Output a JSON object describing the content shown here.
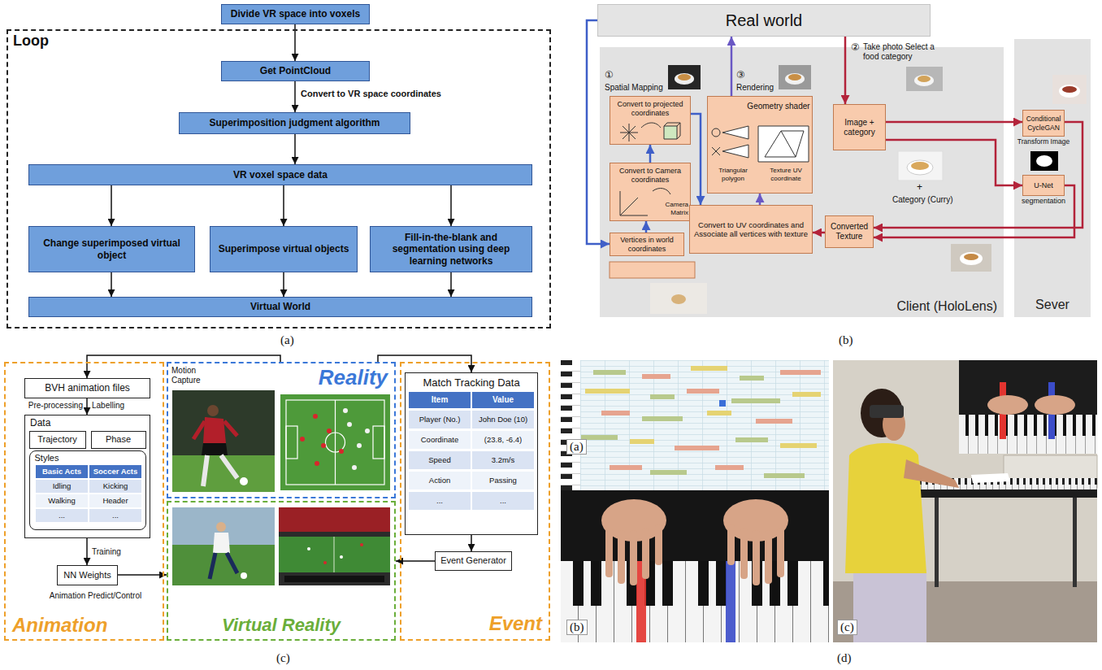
{
  "diagram": {
    "nodes": [
      {
        "text": [
          "Divide VR space into voxels"
        ]
      },
      {
        "text": [
          "Loop"
        ]
      },
      {
        "text": [
          "Get PointCloud"
        ],
        "in": 1
      },
      {
        "text": [
          "Superimposition judgment algorithm"
        ],
        "in": 1
      },
      {
        "text": [
          "VR voxel space data"
        ],
        "in": 1
      },
      {
        "text": [
          "Change superimposed virtual object"
        ],
        "in": 1
      },
      {
        "text": [
          "Superimpose virtual objects"
        ],
        "in": 1
      },
      {
        "text": [
          "Fill-in-the-blank and segmentation using deep learning networks"
        ],
        "in": 1
      },
      {
        "text": [
          "Virtual World"
        ],
        "in": 1
      },
      {
        "text": [
          "Real world"
        ]
      },
      {
        "text": [
          "Client (HoloLens)"
        ]
      },
      {
        "text": [
          "Convert to projected coordinates"
        ],
        "in": 10
      },
      {
        "text": [
          "Geometry shader",
          "Triangular polygon",
          "Texture UV coordinate"
        ],
        "in": 10
      },
      {
        "text": [
          "Image + category"
        ],
        "in": 10
      },
      {
        "text": [
          "Convert to Camera coordinates",
          "Camera Matrix"
        ],
        "in": 10
      },
      {
        "text": [
          "Vertices in world coordinates"
        ],
        "in": 10
      },
      {
        "text": [
          "Convert to UV coordinates and Associate all vertices with texture"
        ],
        "in": 10
      },
      {
        "text": [
          "Converted Texture"
        ],
        "in": 10
      },
      {
        "text": [
          "Sever"
        ]
      },
      {
        "text": [
          "Conditional CycleGAN",
          "Transform Image"
        ],
        "in": 18
      },
      {
        "text": [
          "U-Net",
          "segmentation"
        ],
        "in": 18
      },
      {
        "text": [
          "Animation"
        ]
      },
      {
        "text": [
          "BVH animation files"
        ],
        "in": 21
      },
      {
        "text": [
          "Data"
        ],
        "in": 21
      },
      {
        "text": [
          "Trajectory"
        ],
        "in": 23
      },
      {
        "text": [
          "Phase"
        ],
        "in": 23
      },
      {
        "text": [
          "Styles"
        ],
        "in": 23
      },
      {
        "text": [
          "NN Weights"
        ],
        "in": 21
      },
      {
        "text": [
          "Reality"
        ]
      },
      {
        "text": [
          "Virtual Reality"
        ]
      },
      {
        "text": [
          "Event"
        ]
      },
      {
        "text": [
          "Match Tracking Data"
        ],
        "in": 30
      },
      {
        "text": [
          "Event Generator"
        ],
        "in": 30
      }
    ],
    "edges": [
      {
        "from": 0,
        "to": 2,
        "arrow": "to"
      },
      {
        "from": 2,
        "to": 3,
        "arrow": "to"
      },
      {
        "from": 3,
        "to": 4,
        "arrow": "to"
      },
      {
        "from": 4,
        "to": 5,
        "arrow": "to"
      },
      {
        "from": 4,
        "to": 6,
        "arrow": "to"
      },
      {
        "from": 4,
        "to": 7,
        "arrow": "to"
      },
      {
        "from": 5,
        "to": 8,
        "arrow": "to"
      },
      {
        "from": 6,
        "to": 8,
        "arrow": "to"
      },
      {
        "from": 7,
        "to": 8,
        "arrow": "to"
      },
      {
        "from": 9,
        "to": 15,
        "arrow": "to"
      },
      {
        "from": 15,
        "to": 14,
        "arrow": "to"
      },
      {
        "from": 14,
        "to": 11,
        "arrow": "to"
      },
      {
        "from": 11,
        "to": 16,
        "arrow": "to"
      },
      {
        "from": 16,
        "to": 12,
        "arrow": "to"
      },
      {
        "from": 12,
        "to": 9,
        "arrow": "to"
      },
      {
        "from": 9,
        "to": 13,
        "arrow": "to"
      },
      {
        "from": 13,
        "to": 19,
        "arrow": "to"
      },
      {
        "from": 13,
        "to": 20,
        "arrow": "to"
      },
      {
        "from": 19,
        "to": 17,
        "arrow": "to"
      },
      {
        "from": 20,
        "to": 17,
        "arrow": "to"
      },
      {
        "from": 17,
        "to": 16,
        "arrow": "to"
      },
      {
        "from": 28,
        "to": 22,
        "arrow": "to"
      },
      {
        "from": 28,
        "to": 31,
        "arrow": "to"
      },
      {
        "from": 22,
        "to": 23,
        "arrow": "to"
      },
      {
        "from": 23,
        "to": 27,
        "arrow": "to"
      },
      {
        "from": 27,
        "to": 29,
        "arrow": "to"
      },
      {
        "from": 31,
        "to": 32,
        "arrow": "to"
      },
      {
        "from": 32,
        "to": 29,
        "arrow": "to"
      }
    ],
    "labels": [
      "Convert to VR space coordinates",
      "(a)",
      "①",
      "Spatial Mapping",
      "③",
      "Rendering",
      "②",
      "Take photo Select a food category",
      "+",
      "Category (Curry)",
      "(b)",
      "Motion Capture",
      "Pre-processing",
      "Labelling",
      "Basic Acts",
      "Soccer Acts",
      "Idling",
      "Kicking",
      "Walking",
      "Header",
      "...",
      "...",
      "Training",
      "Animation Predict/Control",
      "Item",
      "Value",
      "Player (No.)",
      "John Doe (10)",
      "Coordinate",
      "(23.8, -6.4)",
      "Speed",
      "3.2m/s",
      "Action",
      "Passing",
      "...",
      "...",
      "(c)",
      "(a)",
      "(b)",
      "(c)",
      "(d)"
    ]
  }
}
